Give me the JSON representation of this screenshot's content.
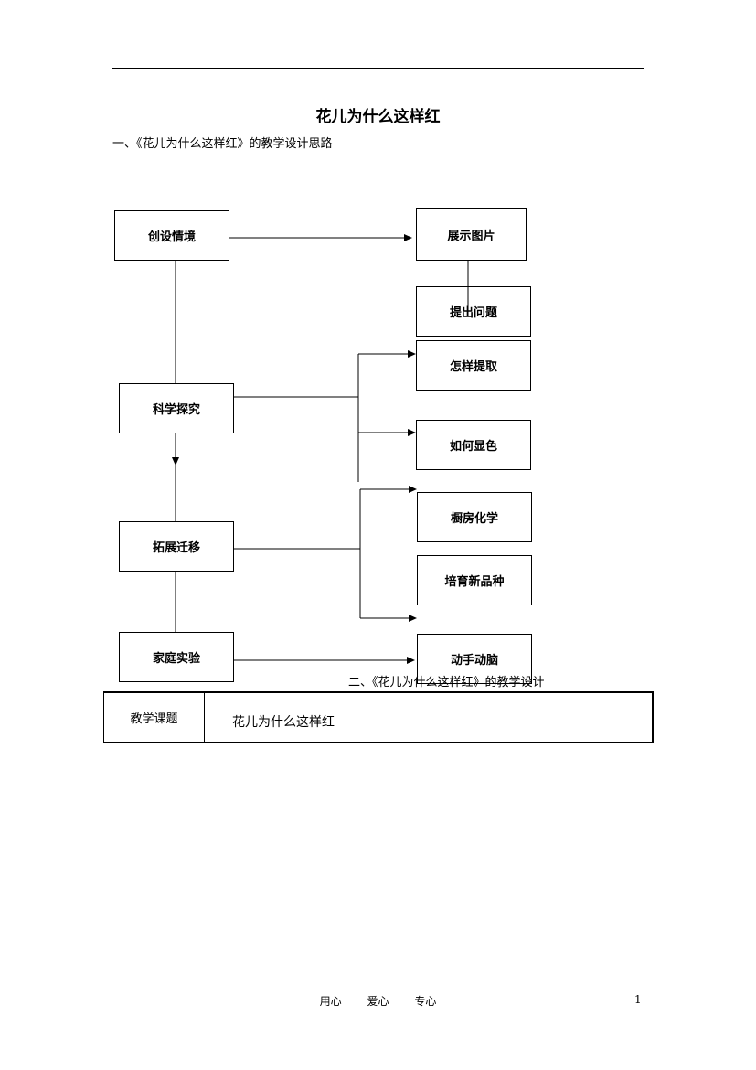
{
  "document": {
    "title": "花儿为什么这样红",
    "section1": "一、《花儿为什么这样红》的教学设计思路",
    "section2": "二、《花儿为什么这样红》的教学设计"
  },
  "flowchart": {
    "main_steps": [
      "创设情境",
      "科学探究",
      "拓展迁移",
      "家庭实验"
    ],
    "sub_steps": [
      "展示图片",
      "提出问题",
      "怎样提取",
      "如何显色",
      "橱房化学",
      "培育新品种",
      "动手动脑"
    ]
  },
  "table": {
    "label": "教学课题",
    "value": "花儿为什么这样红"
  },
  "footer": {
    "items": [
      "用心",
      "爱心",
      "专心"
    ],
    "page_number": "1"
  }
}
